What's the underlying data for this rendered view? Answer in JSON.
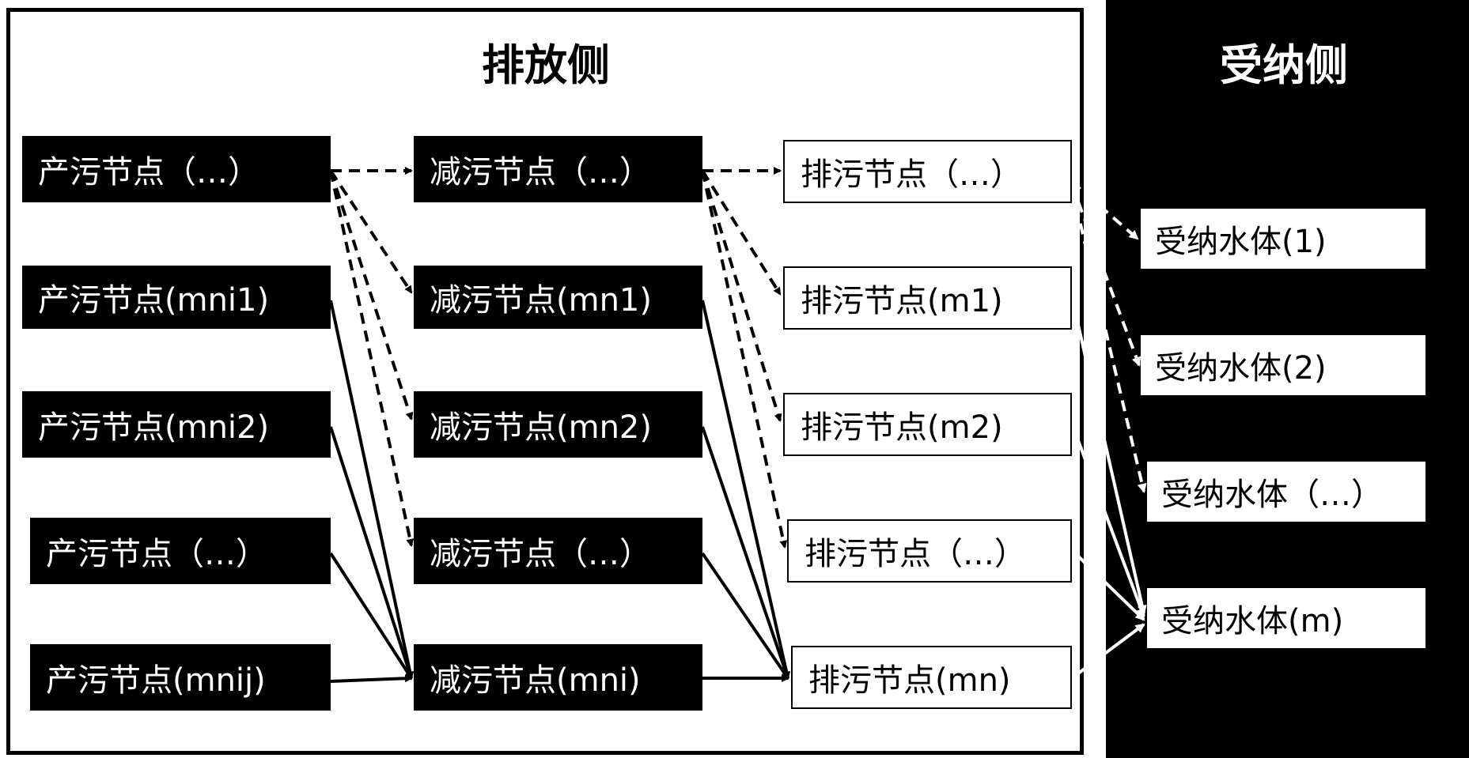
{
  "titles": {
    "emission": "排放侧",
    "receiving": "受纳侧"
  },
  "columns": {
    "production": [
      "产污节点（…）",
      "产污节点(mni1)",
      "产污节点(mni2)",
      "产污节点（…）",
      "产污节点(mnij)"
    ],
    "reduction": [
      "减污节点（…）",
      "减污节点(mn1)",
      "减污节点(mn2)",
      "减污节点（…）",
      "减污节点(mni)"
    ],
    "discharge": [
      "排污节点（…）",
      "排污节点(m1)",
      "排污节点(m2)",
      "排污节点（…）",
      "排污节点(mn)"
    ],
    "receiving": [
      "受纳水体(1)",
      "受纳水体(2)",
      "受纳水体（…）",
      "受纳水体(m)"
    ]
  },
  "colors": {
    "dark": "#000000",
    "light": "#ffffff"
  }
}
